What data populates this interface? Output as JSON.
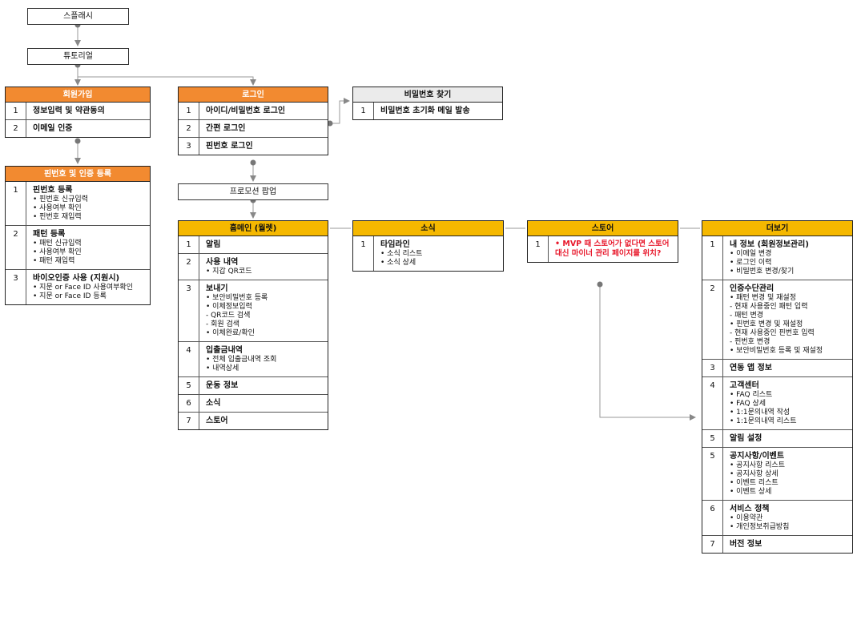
{
  "simple_nodes": {
    "splash": "스플래시",
    "tutorial": "튜토리얼",
    "promo": "프로모션 팝업"
  },
  "tables": {
    "signup": {
      "header": "회원가입",
      "rows": [
        {
          "num": "1",
          "title": "정보입력 및 약관동의",
          "items": []
        },
        {
          "num": "2",
          "title": "이메일 인증",
          "items": []
        }
      ]
    },
    "pin_register": {
      "header": "핀번호 및 인증 등록",
      "rows": [
        {
          "num": "1",
          "title": "핀번호 등록",
          "items": [
            "• 핀번호 신규입력",
            "• 사용여부 확인",
            "• 핀번호 재입력"
          ]
        },
        {
          "num": "2",
          "title": "패턴 등록",
          "items": [
            "• 패턴 신규입력",
            "• 사용여부 확인",
            "• 패턴 재입력"
          ]
        },
        {
          "num": "3",
          "title": "바이오인증 사용 (지원시)",
          "items": [
            "• 지문 or Face ID 사용여부확인",
            "• 지문 or Face ID 등록"
          ]
        }
      ]
    },
    "login": {
      "header": "로그인",
      "rows": [
        {
          "num": "1",
          "title": "아이디/비밀번호 로그인",
          "items": []
        },
        {
          "num": "2",
          "title": "간편 로그인",
          "items": []
        },
        {
          "num": "3",
          "title": "핀번호 로그인",
          "items": []
        }
      ]
    },
    "find_password": {
      "header": "비밀번호 찾기",
      "rows": [
        {
          "num": "1",
          "title": "비밀번호 초기화 메일 발송",
          "items": []
        }
      ]
    },
    "home": {
      "header": "홈메인 (월렛)",
      "rows": [
        {
          "num": "1",
          "title": "알림",
          "items": []
        },
        {
          "num": "2",
          "title": "사용 내역",
          "items": [
            "• 지갑 QR코드"
          ]
        },
        {
          "num": "3",
          "title": "보내기",
          "items": [
            "• 보안비밀번호 등록",
            "• 이체정보입력",
            "  - QR코드 검색",
            "  - 회원 검색",
            "• 이체완료/확인"
          ]
        },
        {
          "num": "4",
          "title": "입출금내역",
          "items": [
            "• 전체 입출금내역 조회",
            "• 내역상세"
          ]
        },
        {
          "num": "5",
          "title": "운동 정보",
          "items": []
        },
        {
          "num": "6",
          "title": "소식",
          "items": []
        },
        {
          "num": "7",
          "title": "스토어",
          "items": []
        }
      ]
    },
    "news": {
      "header": "소식",
      "rows": [
        {
          "num": "1",
          "title": "타임라인",
          "items": [
            "• 소식 리스트",
            "• 소식 상세"
          ]
        }
      ]
    },
    "store": {
      "header": "스토어",
      "rows": [
        {
          "num": "1",
          "title": "",
          "note": "• MVP 때 스토어가 없다면 스토어 대신 마이너 관리 페이지를 위치?",
          "items": []
        }
      ]
    },
    "more": {
      "header": "더보기",
      "rows": [
        {
          "num": "1",
          "title": "내 정보 (회원정보관리)",
          "items": [
            "• 이메일 변경",
            "• 로그인 이력",
            "• 비밀번호 변경/찾기"
          ]
        },
        {
          "num": "2",
          "title": "인증수단관리",
          "items": [
            "• 패턴 변경 및 재설정",
            "- 현재 사용중인 패턴 입력",
            "- 패턴 변경",
            "• 핀번호 변경 및 재설정",
            "- 현재 사용중인 핀번호 입력",
            "- 핀번호 변경",
            "• 보안비밀번호 등록 및 재설정"
          ]
        },
        {
          "num": "3",
          "title": "연동 앱 정보",
          "items": []
        },
        {
          "num": "4",
          "title": "고객센터",
          "items": [
            "• FAQ 리스트",
            "• FAQ 상세",
            "• 1:1문의내역 작성",
            "• 1:1문의내역 리스트"
          ]
        },
        {
          "num": "5",
          "title": "알림 설정",
          "items": []
        },
        {
          "num": "5",
          "title": "공지사항/이벤트",
          "items": [
            "• 공지사항 리스트",
            "• 공지사항 상세",
            "• 이벤트 리스트",
            "• 이벤트 상세"
          ]
        },
        {
          "num": "6",
          "title": "서비스 정책",
          "items": [
            "• 이용약관",
            "• 개인정보취급방침"
          ]
        },
        {
          "num": "7",
          "title": "버전 정보",
          "items": []
        }
      ]
    }
  }
}
